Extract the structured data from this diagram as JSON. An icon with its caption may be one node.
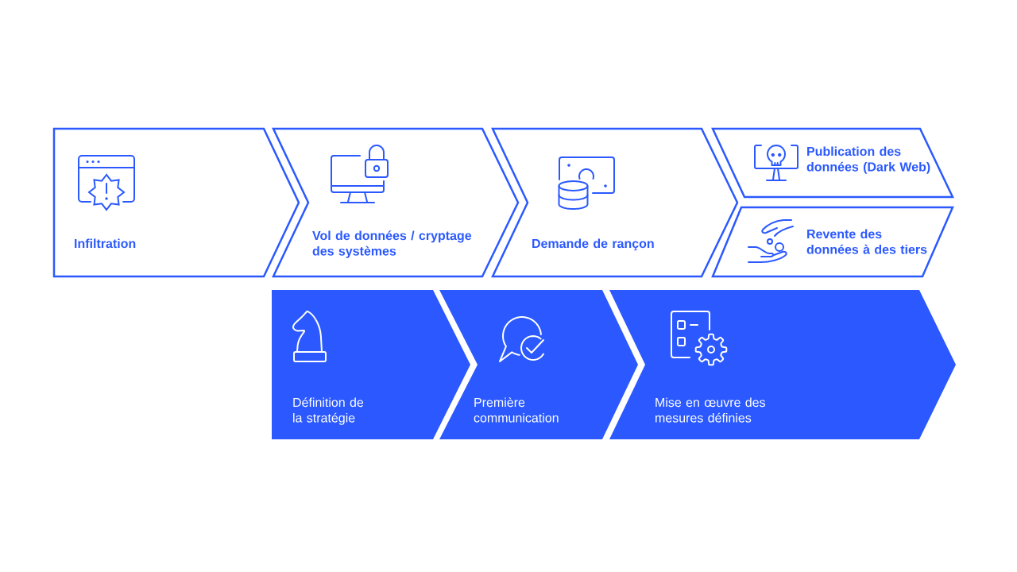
{
  "diagram": {
    "nodes": [
      {
        "text": [
          "Infiltration"
        ]
      },
      {
        "text": [
          "Vol de données / cryptage des systèmes"
        ]
      },
      {
        "text": [
          "Demande de rançon"
        ]
      },
      {
        "text": [
          "Publication des données (Dark Web)"
        ]
      },
      {
        "text": [
          "Revente des données à des tiers"
        ]
      },
      {
        "text": [
          "Définition de la stratégie"
        ]
      },
      {
        "text": [
          "Première communication"
        ]
      },
      {
        "text": [
          "Mise en œuvre des mesures définies"
        ]
      }
    ]
  }
}
